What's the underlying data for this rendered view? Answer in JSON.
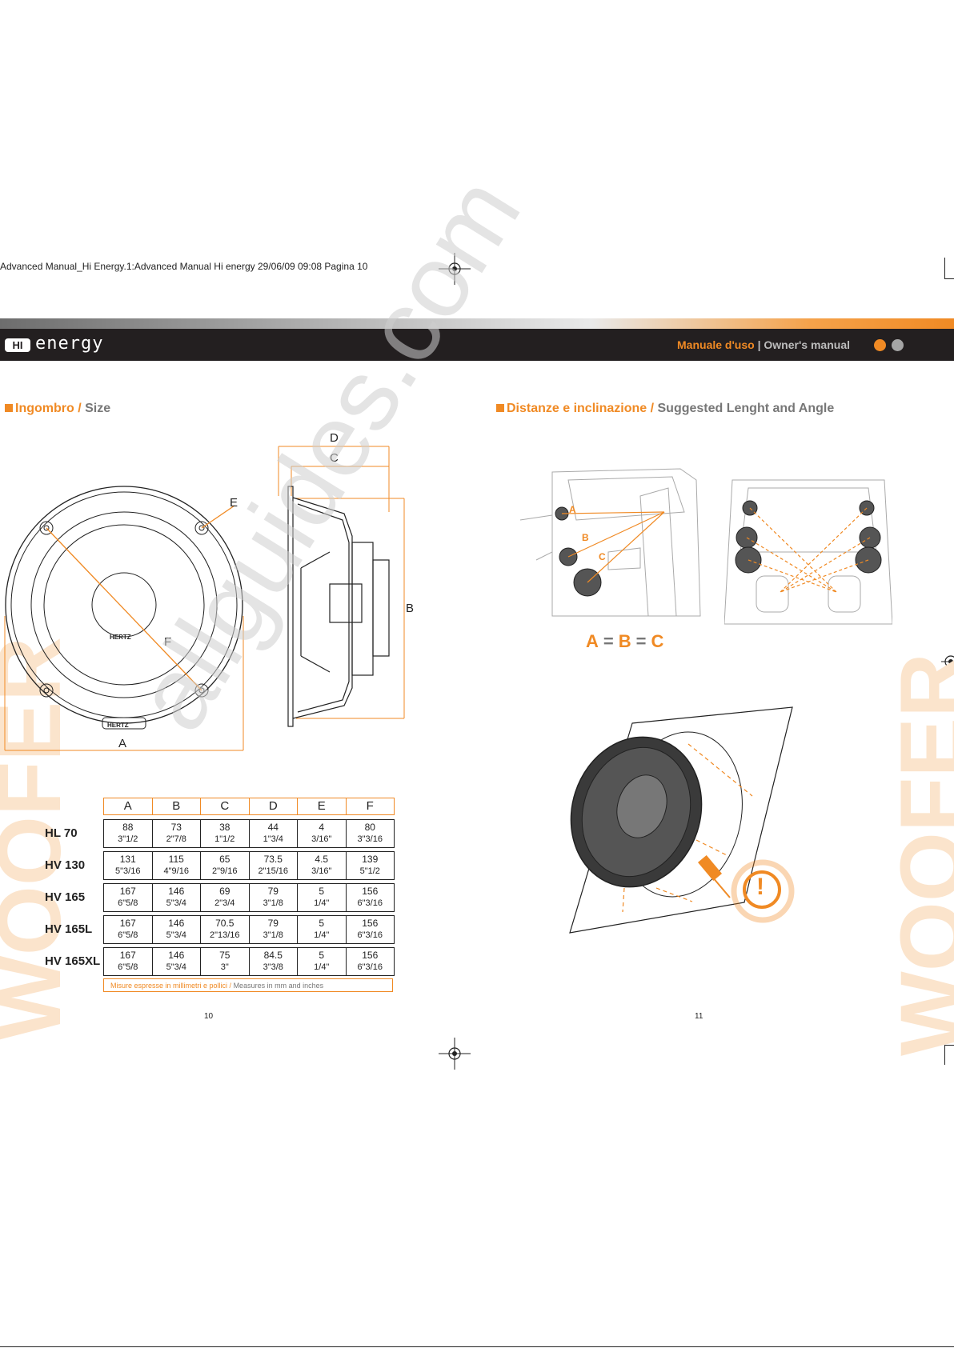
{
  "print_header": "Advanced Manual_Hi Energy.1:Advanced Manual Hi energy  29/06/09  09:08  Pagina 10",
  "brand": {
    "logo_box": "HI",
    "logo_text": "energy"
  },
  "header": {
    "manual_it": "Manuale d'uso",
    "separator": "|",
    "manual_en": "Owner's manual"
  },
  "colors": {
    "accent": "#f08a24",
    "dark": "#231f20",
    "gray": "#777777"
  },
  "left": {
    "title_it": "Ingombro /",
    "title_en": "Size",
    "labels": {
      "a": "A",
      "b": "B",
      "c": "C",
      "d": "D",
      "e": "E",
      "f": "F"
    },
    "brand_mark": "HERTZ",
    "table": {
      "columns": [
        "A",
        "B",
        "C",
        "D",
        "E",
        "F"
      ],
      "rows": [
        {
          "name": "HL 70",
          "cells": [
            [
              "88",
              "3\"1/2"
            ],
            [
              "73",
              "2\"7/8"
            ],
            [
              "38",
              "1\"1/2"
            ],
            [
              "44",
              "1\"3/4"
            ],
            [
              "4",
              "3/16\""
            ],
            [
              "80",
              "3\"3/16"
            ]
          ]
        },
        {
          "name": "HV 130",
          "cells": [
            [
              "131",
              "5\"3/16"
            ],
            [
              "115",
              "4\"9/16"
            ],
            [
              "65",
              "2\"9/16"
            ],
            [
              "73.5",
              "2\"15/16"
            ],
            [
              "4.5",
              "3/16\""
            ],
            [
              "139",
              "5\"1/2"
            ]
          ]
        },
        {
          "name": "HV 165",
          "cells": [
            [
              "167",
              "6\"5/8"
            ],
            [
              "146",
              "5\"3/4"
            ],
            [
              "69",
              "2\"3/4"
            ],
            [
              "79",
              "3\"1/8"
            ],
            [
              "5",
              "1/4\""
            ],
            [
              "156",
              "6\"3/16"
            ]
          ]
        },
        {
          "name": "HV 165L",
          "cells": [
            [
              "167",
              "6\"5/8"
            ],
            [
              "146",
              "5\"3/4"
            ],
            [
              "70.5",
              "2\"13/16"
            ],
            [
              "79",
              "3\"1/8"
            ],
            [
              "5",
              "1/4\""
            ],
            [
              "156",
              "6\"3/16"
            ]
          ]
        },
        {
          "name": "HV 165XL",
          "cells": [
            [
              "167",
              "6\"5/8"
            ],
            [
              "146",
              "5\"3/4"
            ],
            [
              "75",
              "3\""
            ],
            [
              "84.5",
              "3\"3/8"
            ],
            [
              "5",
              "1/4\""
            ],
            [
              "156",
              "6\"3/16"
            ]
          ]
        }
      ],
      "note_it": "Misure espresse in millimetri e pollici /",
      "note_en": "Measures in mm and inches"
    },
    "page_number": "10"
  },
  "right": {
    "title_it": "Distanze e inclinazione /",
    "title_en": "Suggested Lenght and Angle",
    "labels": {
      "a": "A",
      "b": "B",
      "c": "C"
    },
    "equation": {
      "a": "A",
      "eq1": "=",
      "b": "B",
      "eq2": "=",
      "c": "C"
    },
    "warning_symbol": "!",
    "page_number": "11"
  },
  "watermark": "allguides.com",
  "side_text": "WOOFER"
}
